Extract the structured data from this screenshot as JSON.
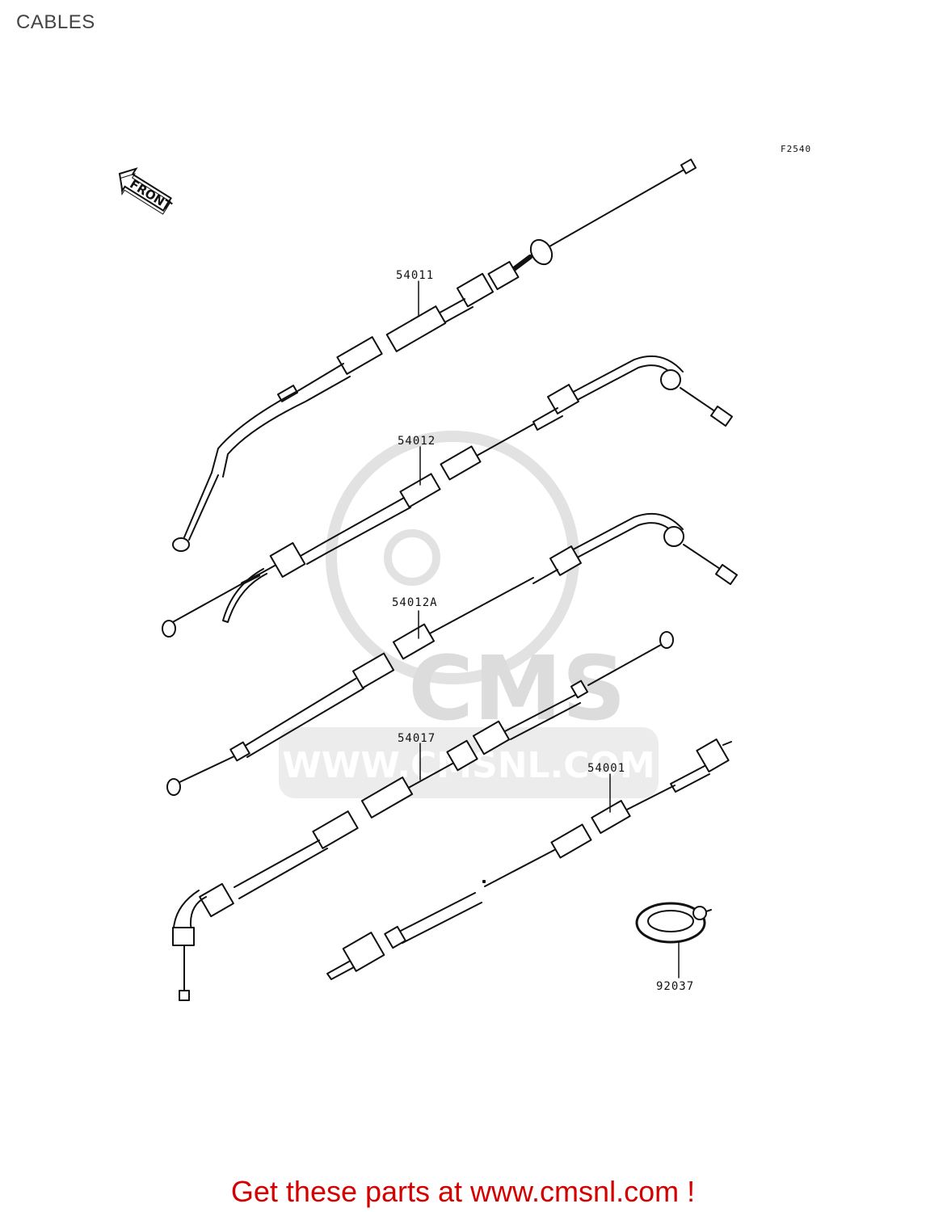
{
  "page": {
    "title": "CABLES",
    "figure_code": "F2540"
  },
  "orientation": {
    "label": "FRONT",
    "icon": "front-arrow-icon"
  },
  "parts": [
    {
      "number": "54011"
    },
    {
      "number": "54012"
    },
    {
      "number": "54012A"
    },
    {
      "number": "54017"
    },
    {
      "number": "54001"
    },
    {
      "number": "92037"
    }
  ],
  "watermark": {
    "logo_text": "CMS",
    "url_text": "WWW.CMSNL.COM"
  },
  "footer": {
    "text": "Get these parts at www.cmsnl.com !",
    "color": "#d40000"
  },
  "colors": {
    "line": "#111111",
    "watermark": "#dcdcdc"
  }
}
